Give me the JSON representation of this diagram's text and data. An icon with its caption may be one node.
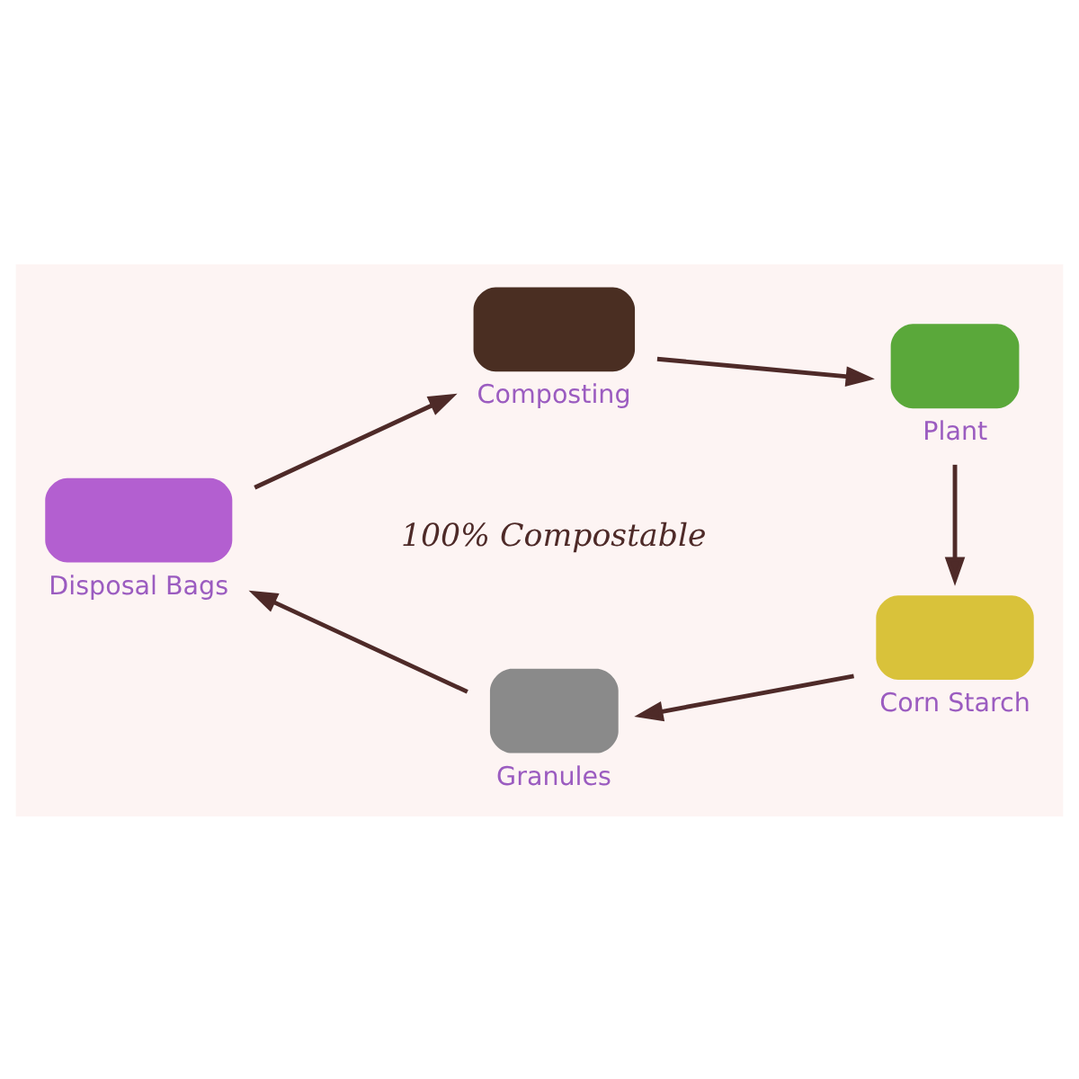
{
  "diagram": {
    "nodes": [
      {
        "text": [
          "Composting"
        ]
      },
      {
        "text": [
          "Plant"
        ]
      },
      {
        "text": [
          "Corn Starch"
        ]
      },
      {
        "text": [
          "Granules"
        ]
      },
      {
        "text": [
          "Disposal Bags"
        ]
      }
    ],
    "edges": [
      {
        "from": 0,
        "to": 1,
        "arrow": "to"
      },
      {
        "from": 1,
        "to": 2,
        "arrow": "to"
      },
      {
        "from": 2,
        "to": 3,
        "arrow": "to"
      },
      {
        "from": 3,
        "to": 4,
        "arrow": "to"
      },
      {
        "from": 4,
        "to": 0,
        "arrow": "to"
      }
    ],
    "labels": [
      "100% Compostable"
    ]
  }
}
